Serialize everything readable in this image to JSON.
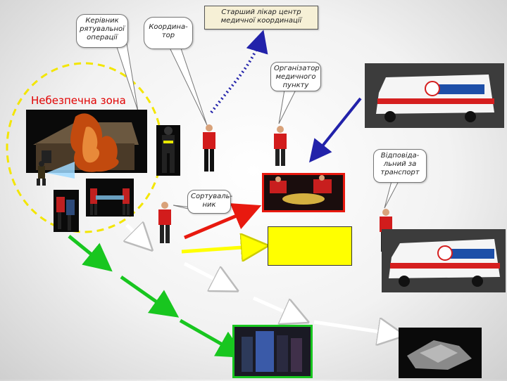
{
  "callouts": {
    "rescue_leader": "Керівник рятувальної операції",
    "coordinator": "Координа-тор",
    "senior_doctor": "Старший лікар центр медичної координації",
    "medical_point_organizer": "Організатор медичного пункту",
    "transport_officer": "Відповіда-льний за транспорт",
    "sorting_officer": "Сортуваль-ник"
  },
  "zones": {
    "danger_zone_label": "Небезпечна зона"
  },
  "colors": {
    "danger_zone_outline": "#f3e600",
    "triage_red": "#e8190f",
    "triage_yellow": "#ffff00",
    "triage_green": "#18c61f",
    "triage_white": "#ffffff",
    "coordination_link": "#2222aa"
  },
  "icons": [
    "burning-house-photo",
    "ambulance-photo",
    "rescuer-figure",
    "firefighter-figure",
    "treatment-area-photo",
    "body-bags-photo"
  ]
}
